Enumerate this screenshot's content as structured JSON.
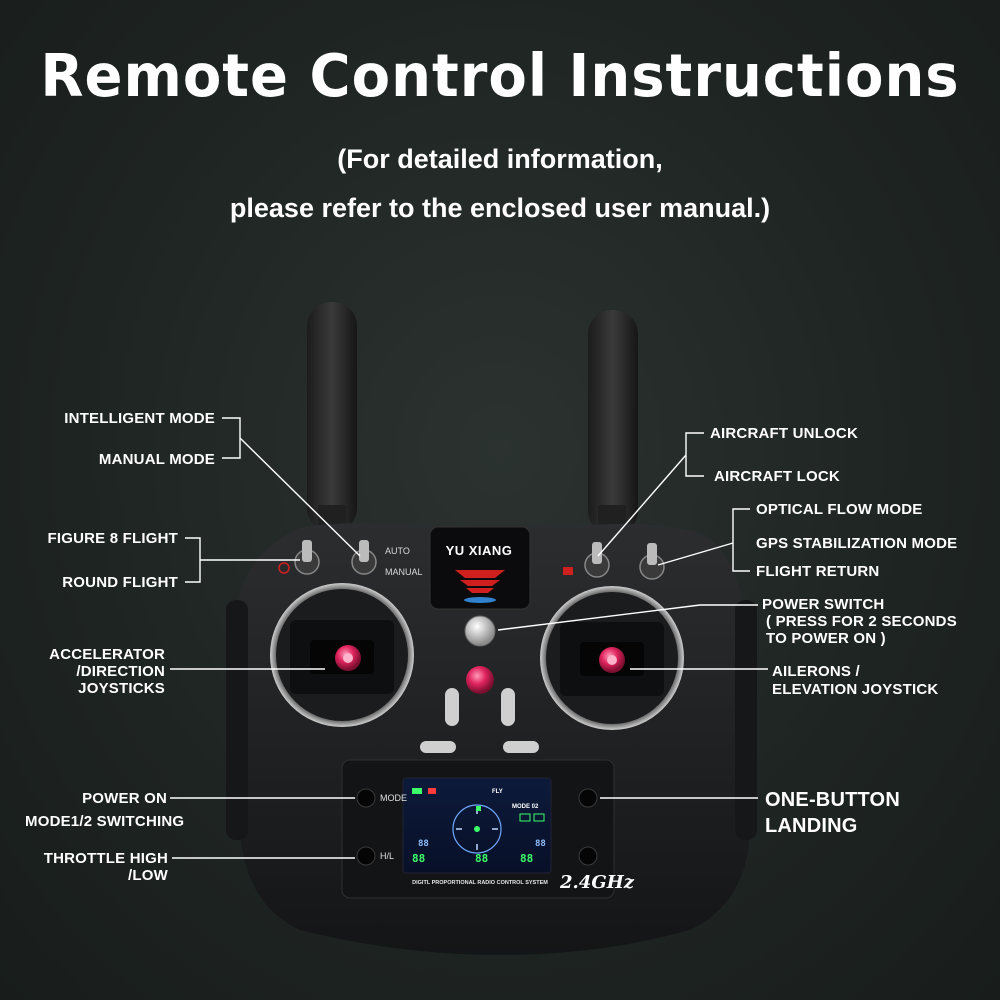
{
  "header": {
    "title": "Remote Control Instructions",
    "subtitle_line1": "(For detailed information,",
    "subtitle_line2": "please refer to the enclosed user manual.)"
  },
  "labels": {
    "intelligent_mode": "INTELLIGENT MODE",
    "manual_mode": "MANUAL MODE",
    "figure8": "FIGURE 8 FLIGHT",
    "round_flight": "ROUND FLIGHT",
    "accel_1": "ACCELERATOR",
    "accel_2": "/DIRECTION",
    "accel_3": "JOYSTICKS",
    "power_on": "POWER ON",
    "mode_switch": "MODE1/2 SWITCHING",
    "throttle_1": "THROTTLE HIGH",
    "throttle_2": "/LOW",
    "aircraft_unlock": "AIRCRAFT UNLOCK",
    "aircraft_lock": "AIRCRAFT LOCK",
    "optical_flow": "OPTICAL FLOW MODE",
    "gps": "GPS STABILIZATION MODE",
    "flight_return": "FLIGHT RETURN",
    "power_switch_1": "POWER SWITCH",
    "power_switch_2": "( PRESS FOR 2 SECONDS",
    "power_switch_3": "TO POWER ON )",
    "ailerons_1": "AILERONS /",
    "ailerons_2": "ELEVATION JOYSTICK",
    "landing_1": "ONE-BUTTON",
    "landing_2": "LANDING"
  },
  "device": {
    "brand": "YU XIANG",
    "switch_auto": "AUTO",
    "switch_manual": "MANUAL",
    "btn_mode": "MODE",
    "btn_hl": "H/L",
    "lcd_mode": "MODE 02",
    "lcd_fly": "FLY",
    "footer_text": "DIGITL PROPORTIONAL RADIO CONTROL SYSTEM",
    "frequency": "2.4GHz"
  },
  "colors": {
    "background": "#1f2523",
    "text": "#ffffff",
    "stick_accent": "#e0245e",
    "brand_red": "#d01f1f"
  }
}
